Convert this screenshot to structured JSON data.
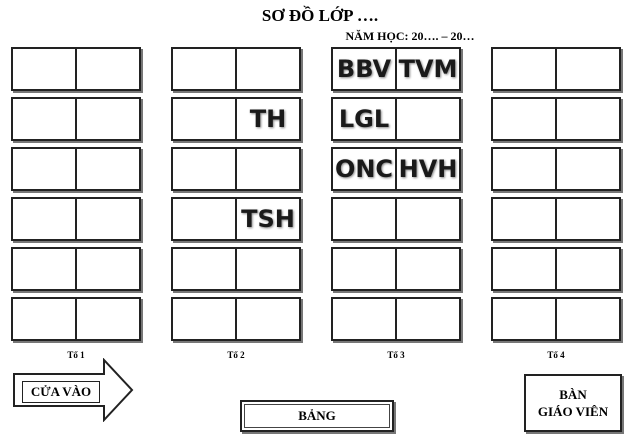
{
  "header": {
    "title": "SƠ ĐỒ LỚP ….",
    "school_year": "NĂM HỌC: 20…. – 20…"
  },
  "groups": [
    {
      "label": "Tổ 1",
      "desks": [
        [
          "",
          ""
        ],
        [
          "",
          ""
        ],
        [
          "",
          ""
        ],
        [
          "",
          ""
        ],
        [
          "",
          ""
        ],
        [
          "",
          ""
        ]
      ]
    },
    {
      "label": "Tổ 2",
      "desks": [
        [
          "",
          ""
        ],
        [
          "",
          "TH"
        ],
        [
          "",
          ""
        ],
        [
          "",
          "TSH"
        ],
        [
          "",
          ""
        ],
        [
          "",
          ""
        ]
      ]
    },
    {
      "label": "Tổ 3",
      "desks": [
        [
          "BBV",
          "TVM"
        ],
        [
          "LGL",
          ""
        ],
        [
          "ONC",
          "HVH"
        ],
        [
          "",
          ""
        ],
        [
          "",
          ""
        ],
        [
          "",
          ""
        ]
      ]
    },
    {
      "label": "Tổ 4",
      "desks": [
        [
          "",
          ""
        ],
        [
          "",
          ""
        ],
        [
          "",
          ""
        ],
        [
          "",
          ""
        ],
        [
          "",
          ""
        ],
        [
          "",
          ""
        ]
      ]
    }
  ],
  "door": {
    "label": "CỬA VÀO"
  },
  "board": {
    "label": "BẢNG"
  },
  "teacher_desk": {
    "line1": "BÀN",
    "line2": "GIÁO VIÊN"
  }
}
